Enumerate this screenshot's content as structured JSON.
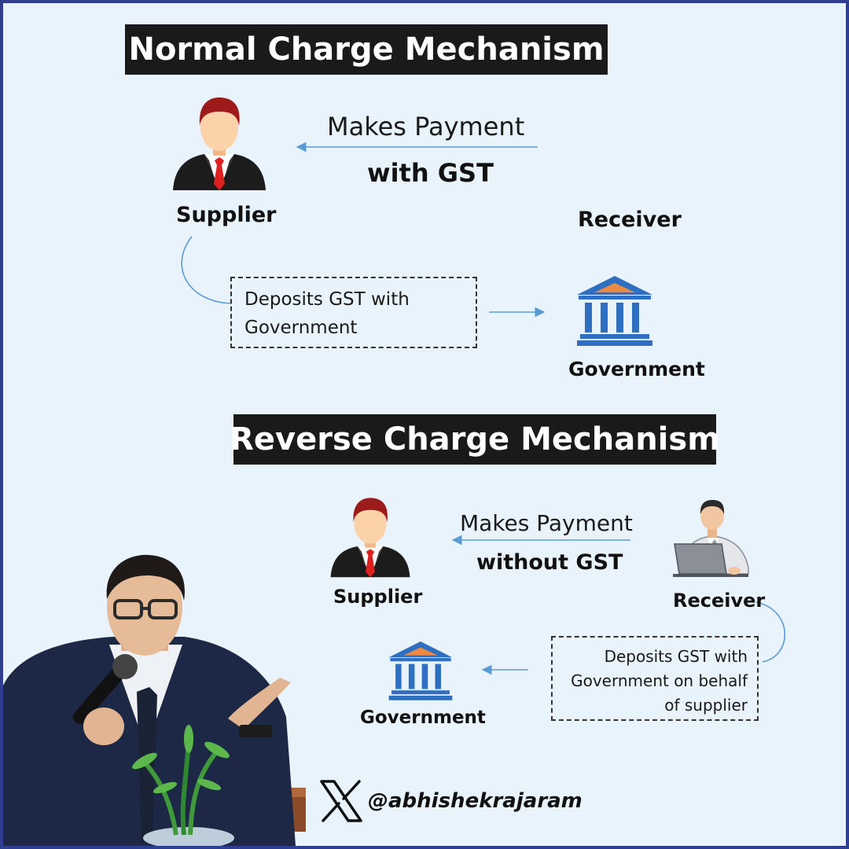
{
  "colors": {
    "background": "#e8f3fc",
    "frame": "#2f3f8f",
    "banner": "#1a1a1a",
    "arrow": "#5b9bd5",
    "government_icon": "#2f6fc3",
    "government_roof_accent": "#f0883e",
    "tie": "#e02020",
    "hair": "#9e1b1b"
  },
  "normal": {
    "title": "Normal Charge Mechanism",
    "supplier_label": "Supplier",
    "receiver_label": "Receiver",
    "government_label": "Government",
    "payment_line1": "Makes Payment",
    "payment_line2": "with GST",
    "deposit_line1": "Deposits GST with",
    "deposit_line2": "Government"
  },
  "reverse": {
    "title": "Reverse Charge Mechanism",
    "supplier_label": "Supplier",
    "receiver_label": "Receiver",
    "government_label": "Government",
    "payment_line1": "Makes Payment",
    "payment_line2": "without GST",
    "deposit_line1": "Deposits GST with",
    "deposit_line2": "Government on behalf",
    "deposit_line3": "of supplier"
  },
  "footer": {
    "handle": "@abhishekrajaram",
    "logo_icon": "x-logo-icon"
  },
  "icons": {
    "supplier": "businessman-icon",
    "government": "government-building-icon",
    "receiver": "person-at-laptop-icon",
    "photo": "speaker-photo"
  }
}
